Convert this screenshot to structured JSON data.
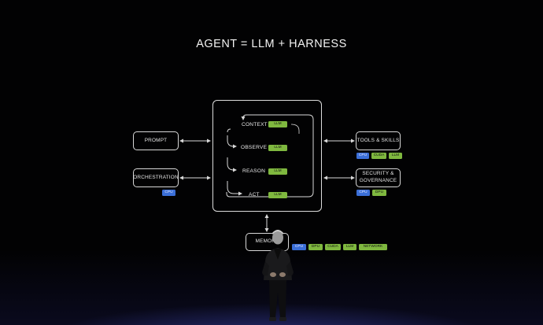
{
  "title": "AGENT = LLM + HARNESS",
  "nodes": {
    "prompt": "PROMPT",
    "orchestration": "ORCHESTRATION",
    "tools": "TOOLS & SKILLS",
    "security": [
      "SECURITY &",
      "GOVERNANCE"
    ],
    "memory": "MEMORY"
  },
  "loop_steps": [
    "CONTEXT",
    "OBSERVE",
    "REASON",
    "ACT"
  ],
  "loop_chip": "LLM",
  "tags": {
    "orchestration": [
      "CPU"
    ],
    "tools": [
      "CPU",
      "CUDA",
      "LLM"
    ],
    "security": [
      "CPU",
      "DPU"
    ],
    "memory": [
      "CPU",
      "DPU",
      "CUDA",
      "LLM",
      "NETWORK"
    ]
  },
  "colors": {
    "cpu_chip": "#3b6fd8",
    "green_chip": "#7fb83f",
    "background": "#020203",
    "line": "#d8d8d8"
  }
}
